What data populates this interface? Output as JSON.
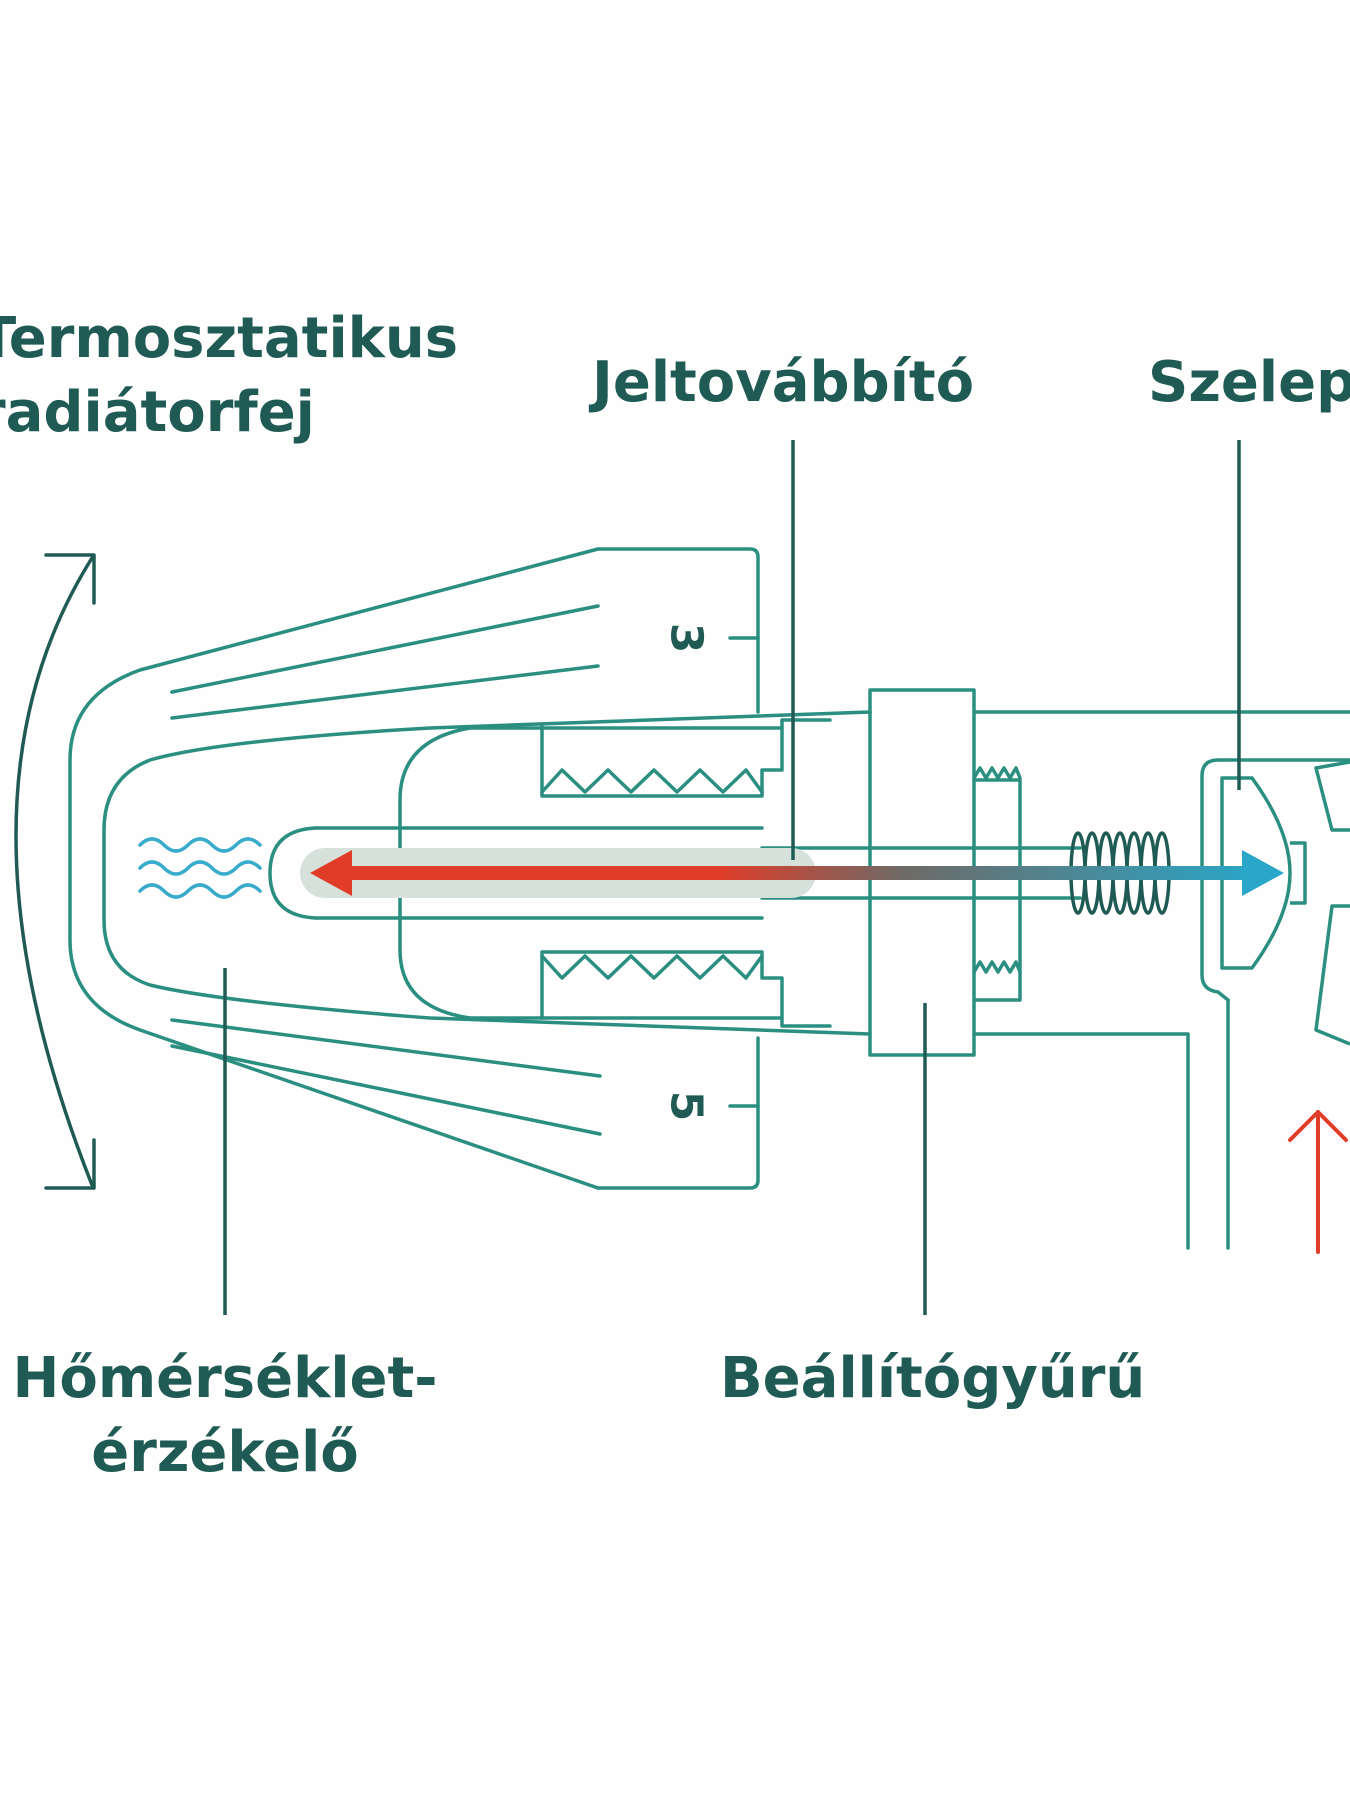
{
  "labels": {
    "radiator_head_line1": "Termosztatikus",
    "radiator_head_line2": "radiátorfej",
    "signal_transmitter": "Jeltovábbító",
    "valve": "Szelep",
    "temperature_sensor_line1": "Hőmérséklet-",
    "temperature_sensor_line2": "érzékelő",
    "setting_ring": "Beállítógyűrű"
  },
  "dial": {
    "upper_number": "3",
    "lower_number": "5"
  },
  "colors": {
    "outline": "#2a8f80",
    "label_text": "#1f5b54",
    "leader_line": "#1f5b54",
    "hot_arrow": "#e03c28",
    "cold_arrow": "#29a6c8",
    "sensor_waves": "#38aacc",
    "bellows_fill": "#d6e1dc"
  }
}
